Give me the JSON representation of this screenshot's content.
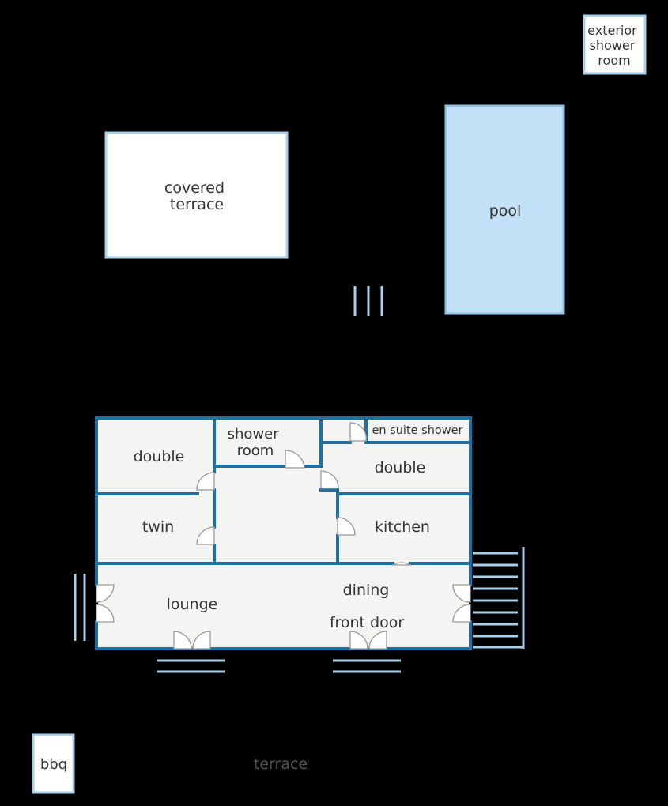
{
  "colors": {
    "background": "#000000",
    "wall": "#1f6fa0",
    "room_fill": "#f4f4f2",
    "label_text": "#333333",
    "pool_fill": "#c2e1f6",
    "pool_border": "#8ec3e6",
    "steps": "#a9cfe9",
    "outbuilding_fill": "#ffffff",
    "outbuilding_border": "#a9d0ea",
    "terrace_text": "#555555"
  },
  "labels": {
    "exterior_shower_room": [
      "exterior",
      "shower",
      "room"
    ],
    "covered_terrace": [
      "covered",
      "terrace"
    ],
    "pool": "pool",
    "double_left": "double",
    "shower_room": [
      "shower",
      "room"
    ],
    "en_suite_shower": "en suite shower",
    "double_right": "double",
    "twin": "twin",
    "kitchen": "kitchen",
    "lounge": "lounge",
    "dining": "dining",
    "front_door": "front door",
    "bbq": "bbq",
    "terrace": "terrace"
  }
}
